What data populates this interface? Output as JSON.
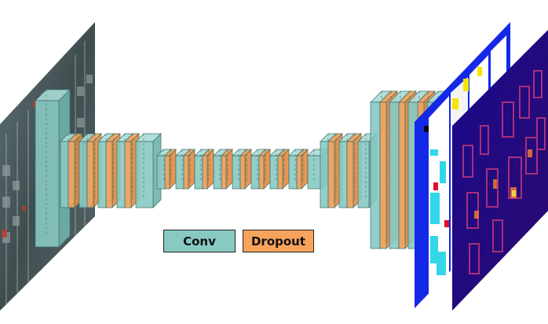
{
  "legend": {
    "conv": {
      "label": "Conv",
      "color": "#88c9c3"
    },
    "dropout": {
      "label": "Dropout",
      "color": "#f7a35c"
    }
  },
  "colors": {
    "conv_front": "#88c9c3",
    "conv_side": "#6fb3ad",
    "conv_top": "#a9dcd6",
    "dropout_front": "#f7a35c",
    "dropout_side": "#e48b3f",
    "edge": "#3f6f6b",
    "segmap_bg": "#1020e6",
    "heatmap_bg": "#1a0a8c"
  },
  "panels": {
    "input": {
      "name": "input-image-panel"
    },
    "segmentation": {
      "name": "segmentation-output-panel"
    },
    "heatmap": {
      "name": "heatmap-output-panel"
    }
  }
}
